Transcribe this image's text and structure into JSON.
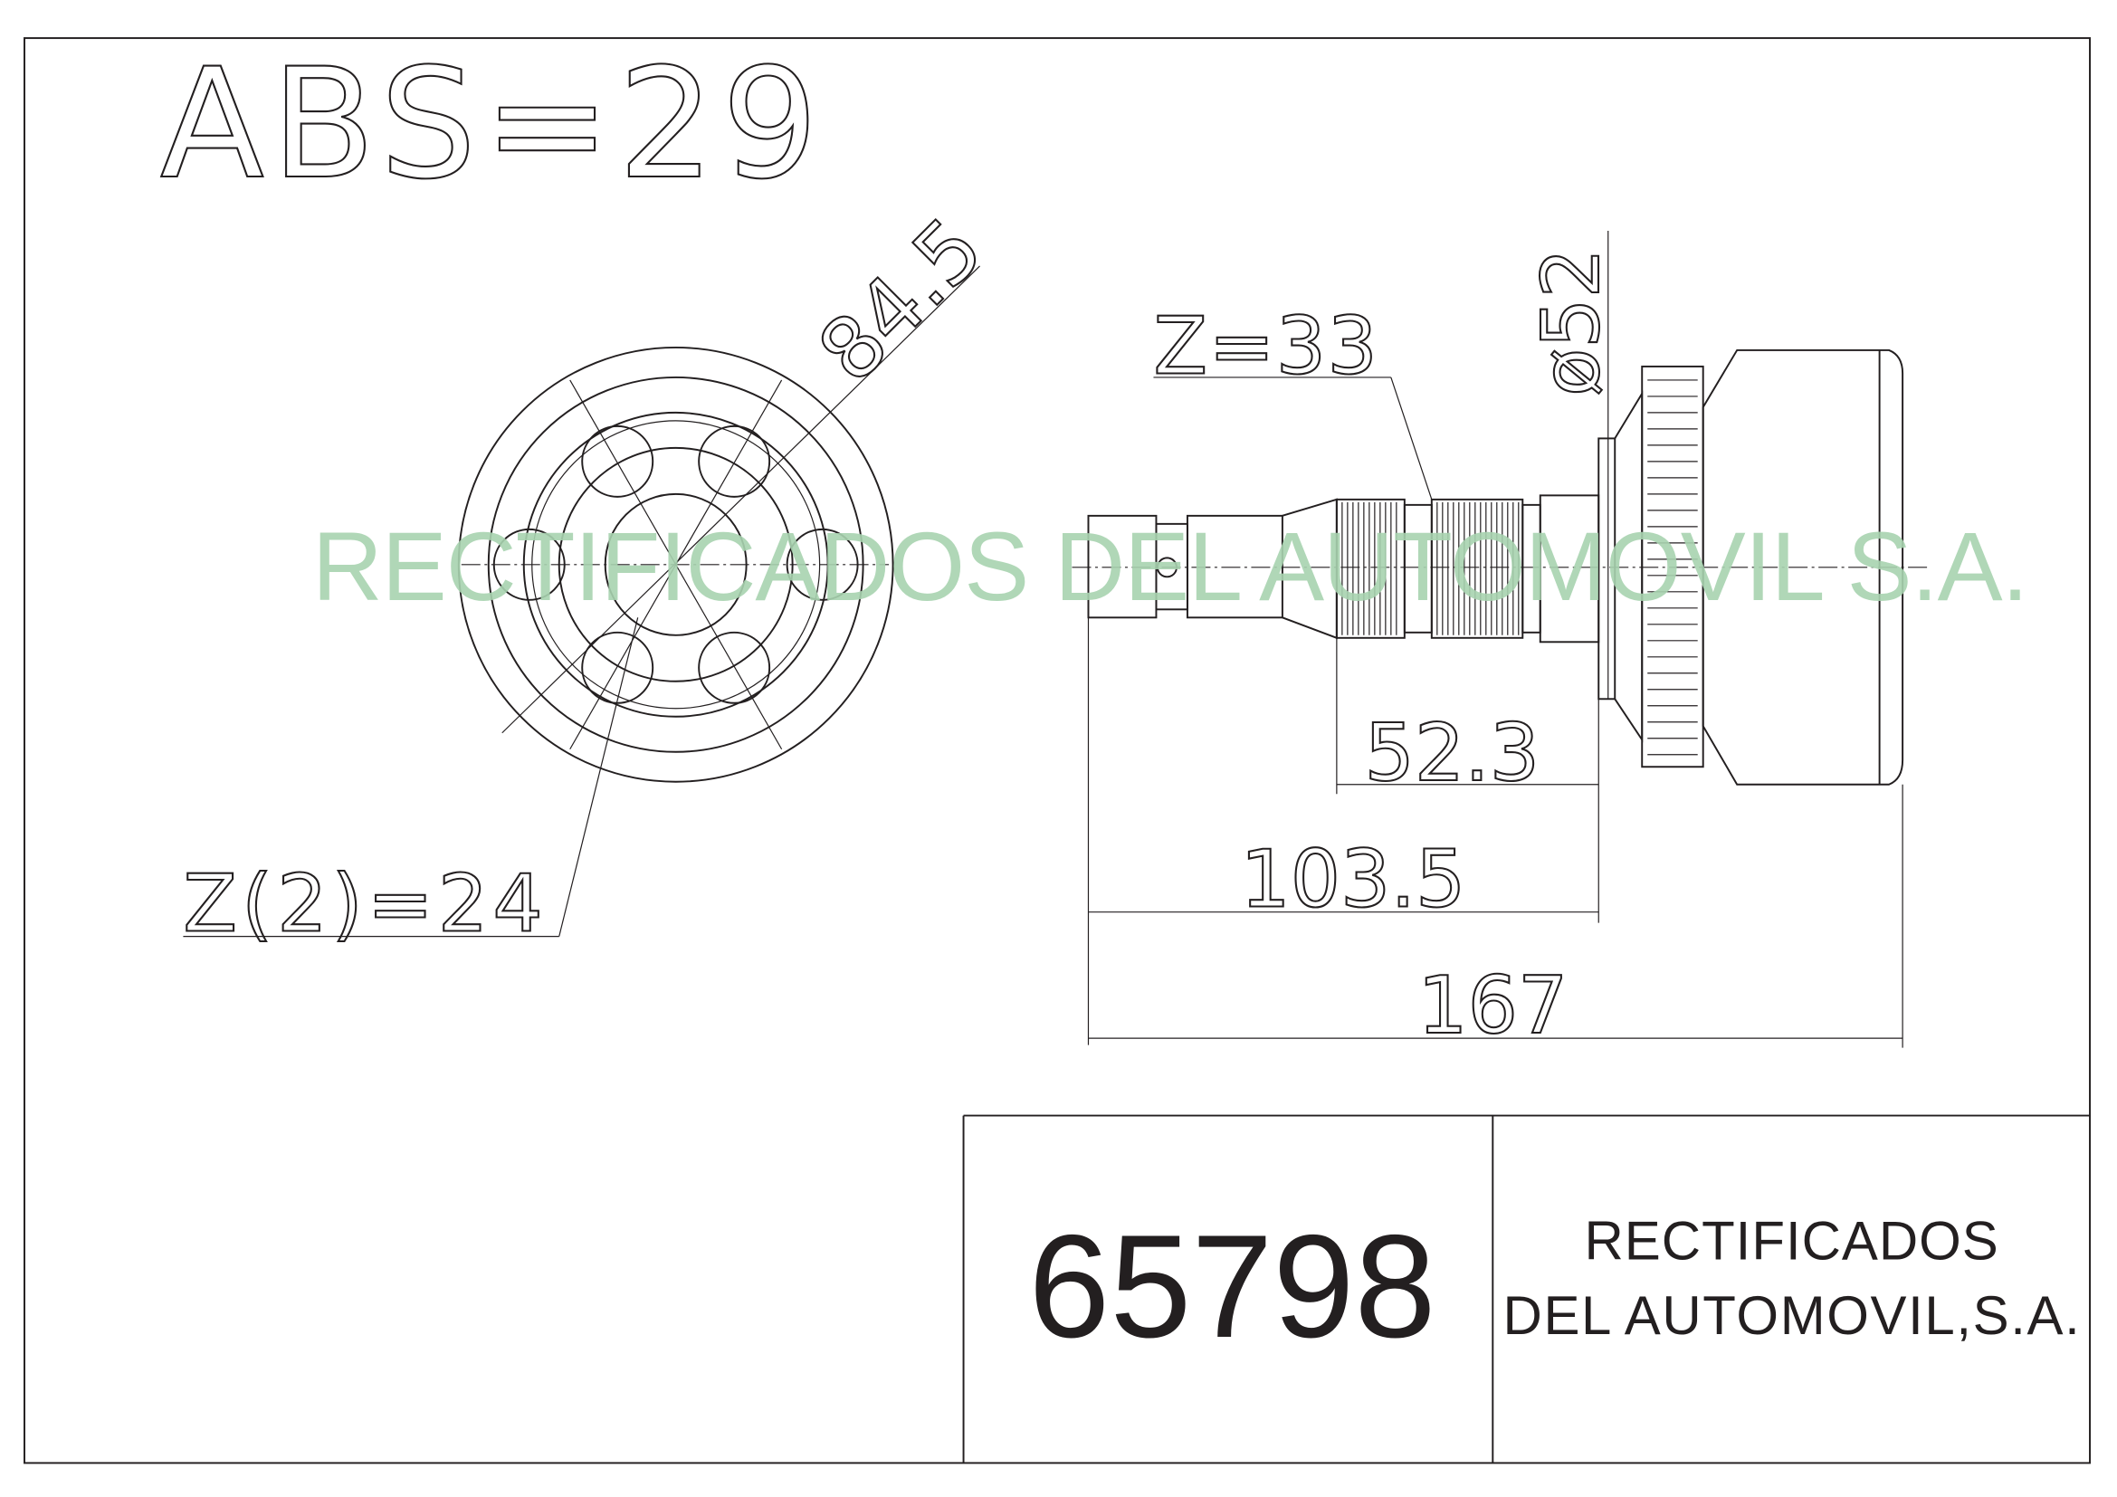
{
  "drawing": {
    "abs_label": "ABS=29",
    "watermark": "RECTIFICADOS DEL AUTOMOVIL S.A.",
    "dimensions": {
      "outer_diameter": "84.5",
      "inner_teeth": "Z(2)=24",
      "spline_teeth": "Z=33",
      "diameter": "ø52",
      "length_spline": "52.3",
      "length_shaft": "103.5",
      "length_total": "167"
    }
  },
  "title_block": {
    "part_number": "65798",
    "company_line1": "RECTIFICADOS",
    "company_line2": "DEL AUTOMOVIL,S.A."
  }
}
